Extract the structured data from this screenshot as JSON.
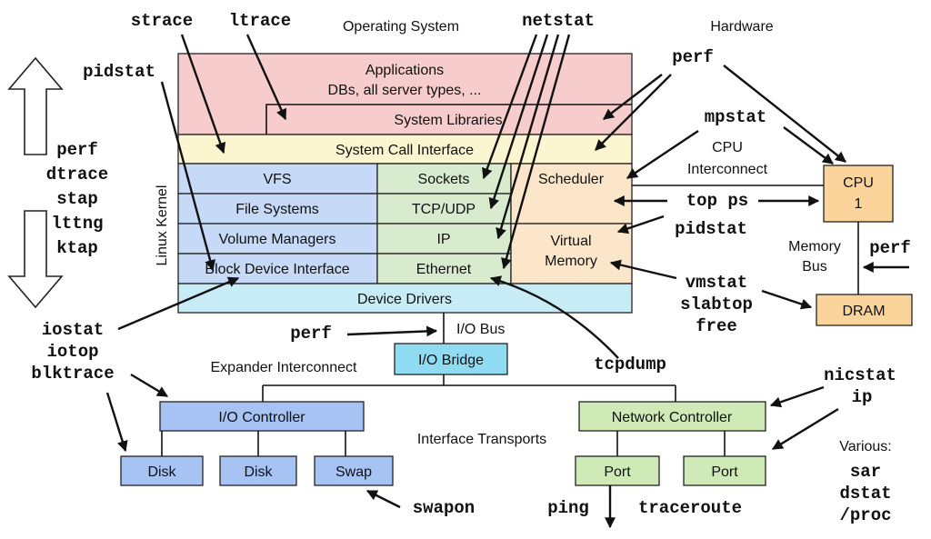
{
  "titles": {
    "os": "Operating System",
    "hardware": "Hardware",
    "linux_kernel": "Linux Kernel",
    "cpu_interconnect_1": "CPU",
    "cpu_interconnect_2": "Interconnect",
    "memory_bus_1": "Memory",
    "memory_bus_2": "Bus",
    "io_bus": "I/O Bus",
    "expander_interconnect": "Expander Interconnect",
    "interface_transports": "Interface Transports",
    "various": "Various:"
  },
  "layers": {
    "applications_1": "Applications",
    "applications_2": "DBs, all server types, ...",
    "system_libraries": "System Libraries",
    "system_call_interface": "System Call Interface",
    "vfs": "VFS",
    "file_systems": "File Systems",
    "volume_managers": "Volume Managers",
    "block_device_interface": "Block Device Interface",
    "sockets": "Sockets",
    "tcp_udp": "TCP/UDP",
    "ip": "IP",
    "ethernet": "Ethernet",
    "scheduler": "Scheduler",
    "virtual_memory_1": "Virtual",
    "virtual_memory_2": "Memory",
    "device_drivers": "Device Drivers"
  },
  "hardware": {
    "cpu_1": "CPU",
    "cpu_2": "1",
    "dram": "DRAM",
    "io_bridge": "I/O Bridge",
    "io_controller": "I/O Controller",
    "disk_1": "Disk",
    "disk_2": "Disk",
    "swap": "Swap",
    "network_controller": "Network Controller",
    "port_1": "Port",
    "port_2": "Port"
  },
  "tools": {
    "strace": "strace",
    "ltrace": "ltrace",
    "netstat": "netstat",
    "pidstat_left": "pidstat",
    "perf_top": "perf",
    "mpstat": "mpstat",
    "perf_left": "perf",
    "dtrace": "dtrace",
    "stap": "stap",
    "lttng": "lttng",
    "ktap": "ktap",
    "top_ps": "top ps",
    "pidstat_right": "pidstat",
    "perf_membus": "perf",
    "vmstat": "vmstat",
    "slabtop": "slabtop",
    "free": "free",
    "iostat": "iostat",
    "iotop": "iotop",
    "blktrace": "blktrace",
    "perf_io": "perf",
    "tcpdump": "tcpdump",
    "nicstat": "nicstat",
    "ip": "ip",
    "swapon": "swapon",
    "ping": "ping",
    "traceroute": "traceroute",
    "sar": "sar",
    "dstat": "dstat",
    "proc": "/proc"
  },
  "colors": {
    "apps": "#f6cccc",
    "syscall": "#fbf5d0",
    "vfs_stack": "#c6d9f6",
    "net_stack": "#d9ebcf",
    "sched": "#fbe6c9",
    "drivers": "#c8ecf6",
    "cpu": "#fbd49b",
    "io_bridge": "#8fdcf2",
    "io_ctrl": "#a6c3f4",
    "net_ctrl": "#cfeab7"
  }
}
